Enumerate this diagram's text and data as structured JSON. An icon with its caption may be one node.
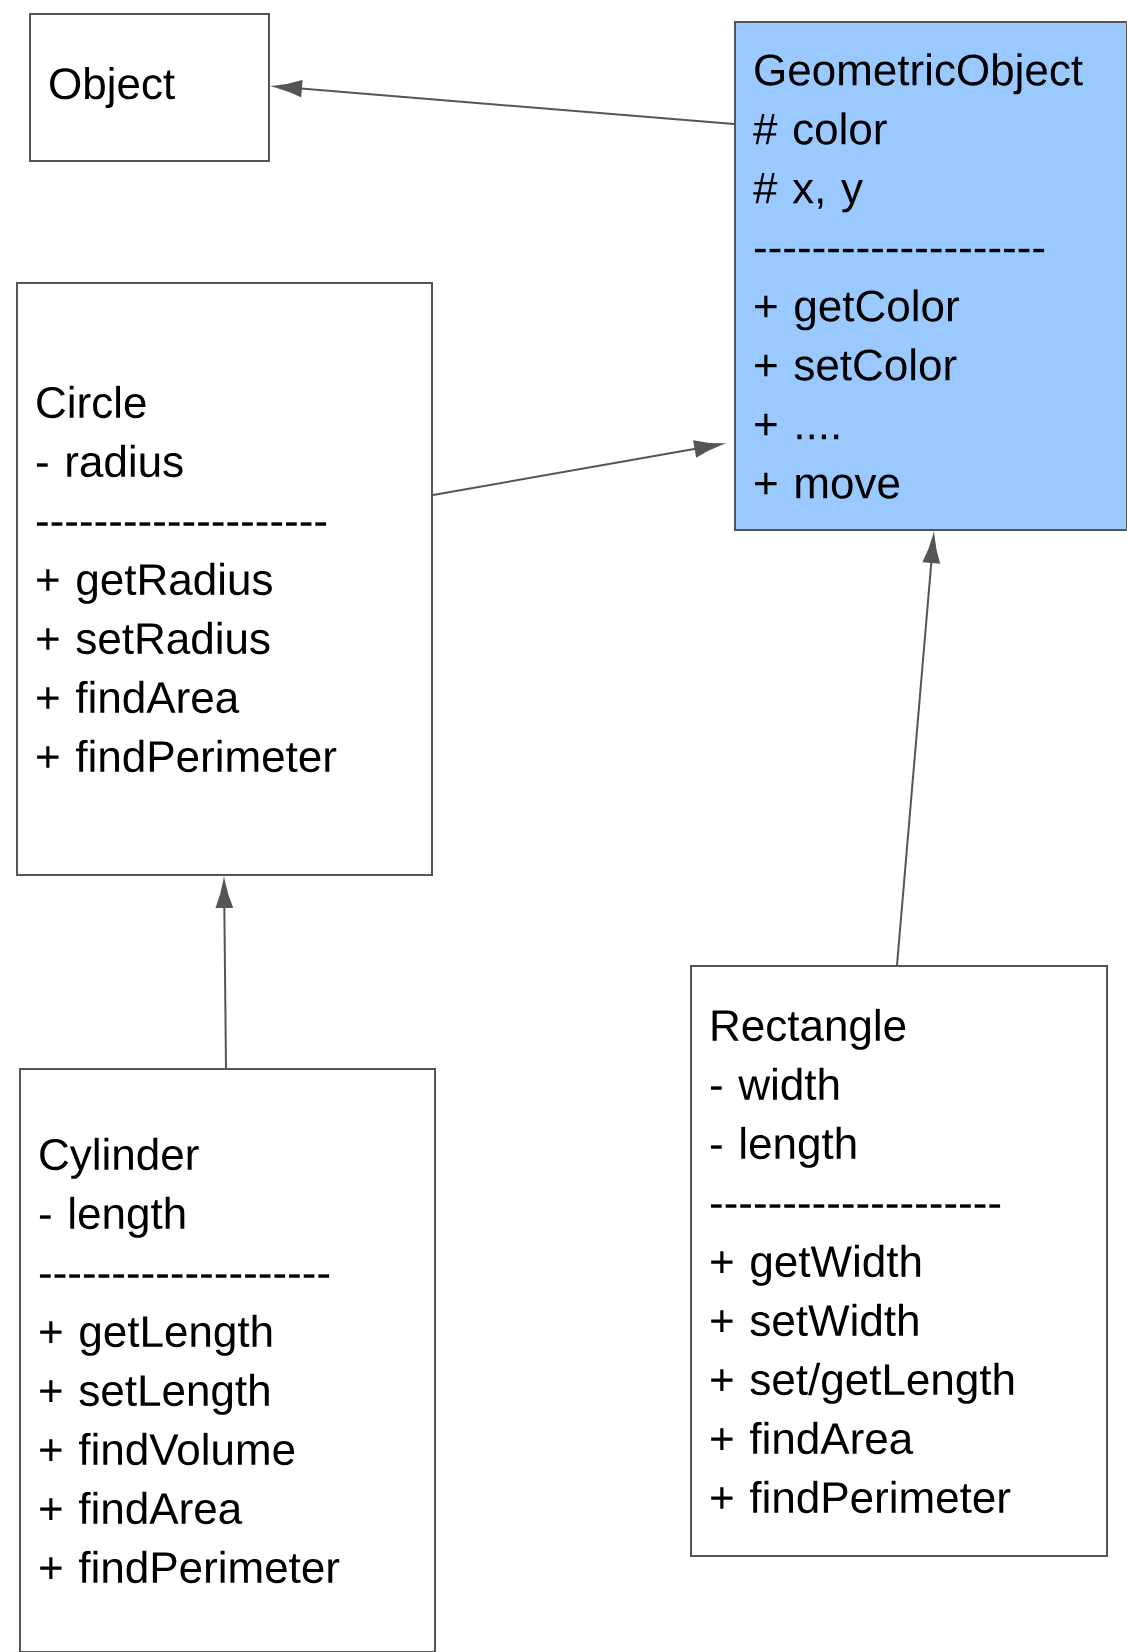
{
  "diagram": {
    "nodes": [
      {
        "text": [
          "Object"
        ]
      },
      {
        "text": [
          "GeometricObject",
          "# color",
          "# x, y",
          "--------------------",
          "+ getColor",
          "+ setColor",
          "+ ....",
          "+ move"
        ]
      },
      {
        "text": [
          "Circle",
          "- radius",
          "--------------------",
          "+ getRadius",
          "+ setRadius",
          "+ findArea",
          "+ findPerimeter"
        ]
      },
      {
        "text": [
          "Cylinder",
          "- length",
          "--------------------",
          "+ getLength",
          "+ setLength",
          "+ findVolume",
          "+ findArea",
          "+ findPerimeter"
        ]
      },
      {
        "text": [
          "Rectangle",
          "- width",
          "- length",
          "--------------------",
          "+ getWidth",
          "+ setWidth",
          "+ set/getLength",
          "+ findArea",
          "+ findPerimeter"
        ]
      }
    ],
    "edges": [
      {
        "from": 1,
        "to": 0,
        "arrow": "to"
      },
      {
        "from": 2,
        "to": 1,
        "arrow": "to"
      },
      {
        "from": 3,
        "to": 2,
        "arrow": "to"
      },
      {
        "from": 4,
        "to": 1,
        "arrow": "to"
      }
    ]
  }
}
